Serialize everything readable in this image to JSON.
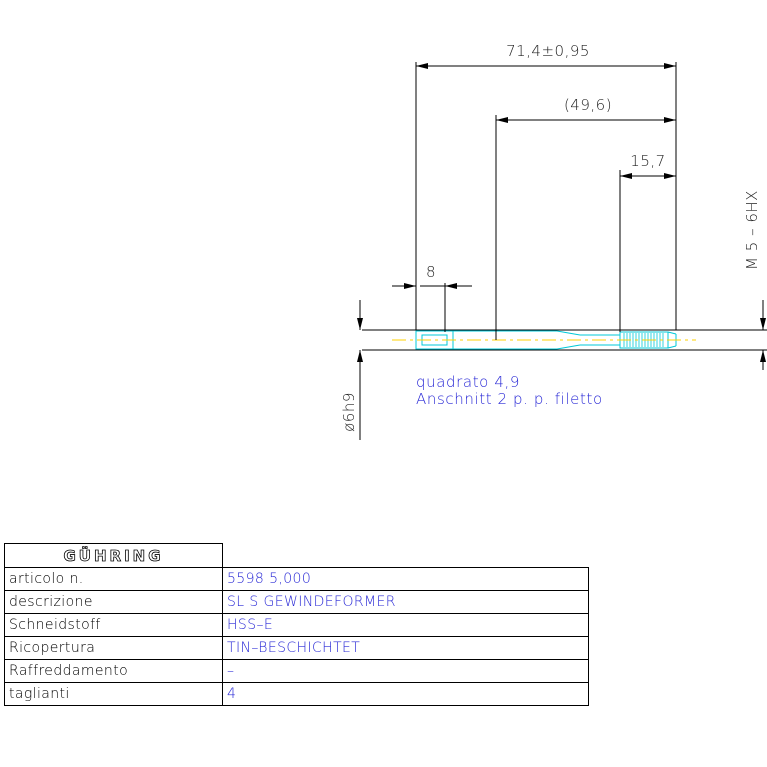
{
  "dimensions": {
    "overall_length": "71,4±0,95",
    "shank_ref_length": "(49,6)",
    "thread_length": "15,7",
    "square_length": "8",
    "thread_spec": "M 5 – 6HX",
    "shank_diameter": "ø6h9"
  },
  "notes": {
    "square": "quadrato 4,9",
    "chamfer": "Anschnitt 2 p. p. filetto"
  },
  "table": {
    "brand": "GÜHRING",
    "rows": [
      {
        "label": "articolo n.",
        "value": "5598 5,000"
      },
      {
        "label": "descrizione",
        "value": "SL S GEWINDEFORMER"
      },
      {
        "label": "Schneidstoff",
        "value": "HSS–E"
      },
      {
        "label": "Ricopertura",
        "value": "TIN–BESCHICHTET"
      },
      {
        "label": "Raffreddamento",
        "value": "–"
      },
      {
        "label": "taglianti",
        "value": "4"
      }
    ]
  },
  "colors": {
    "outline": "#000000",
    "part": "#00c8d8",
    "axis": "#ffd000",
    "annotation": "#2a2ad6"
  }
}
